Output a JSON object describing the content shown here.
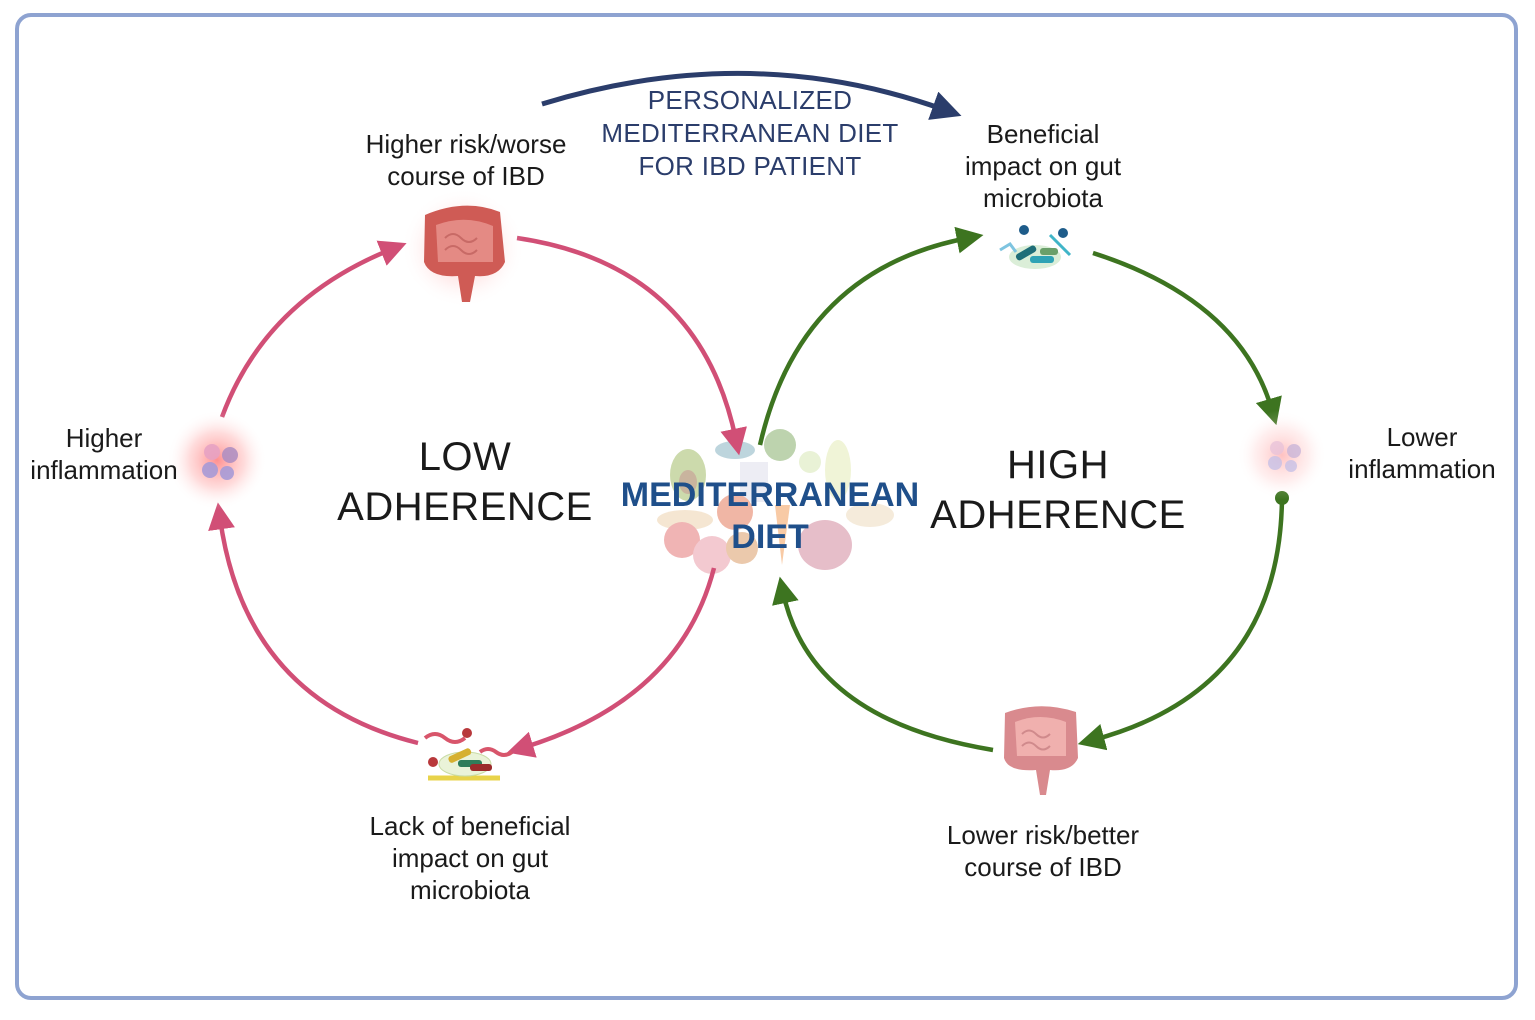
{
  "diagram": {
    "top_arrow_label": "PERSONALIZED\nMEDITERRANEAN DIET\nFOR IBD PATIENT",
    "center_label": "MEDITERRANEAN\nDIET",
    "left_cycle": {
      "title": "LOW\nADHERENCE",
      "color": "#d14f76",
      "nodes": {
        "top": "Higher risk/worse\ncourse of IBD",
        "left": "Higher\ninflammation",
        "bottom": "Lack of beneficial\nimpact on gut\nmicrobiota"
      }
    },
    "right_cycle": {
      "title": "HIGH\nADHERENCE",
      "color": "#3d7420",
      "nodes": {
        "top": "Beneficial\nimpact on gut\nmicrobiota",
        "right": "Lower\ninflammation",
        "bottom": "Lower risk/better\ncourse of IBD"
      }
    },
    "colors": {
      "frame": "#8ea3d1",
      "top_arrow": "#2b3d6b",
      "center_text": "#1f4f8a"
    }
  }
}
